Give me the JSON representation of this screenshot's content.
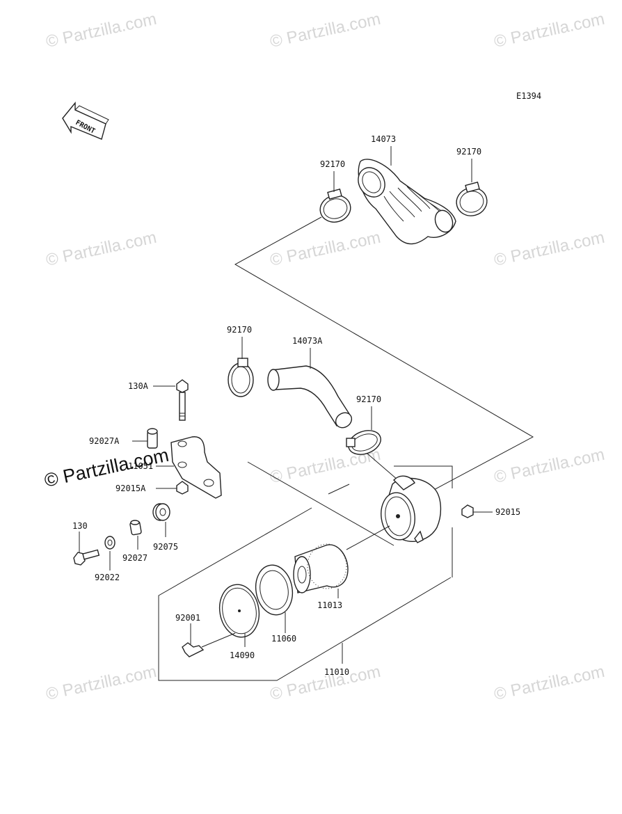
{
  "diagram": {
    "code": "E1394",
    "front_label": "FRONT",
    "watermark": "© Partzilla.com",
    "watermark_main": "© Partzilla.com",
    "labels": {
      "l14073": "14073",
      "l92170_a": "92170",
      "l92170_b": "92170",
      "l92170_c": "92170",
      "l92170_d": "92170",
      "l14073A": "14073A",
      "l130A": "130A",
      "l92027A": "92027A",
      "l11051": "11051",
      "l92015A": "92015A",
      "l92015": "92015",
      "l130": "130",
      "l92022": "92022",
      "l92027": "92027",
      "l92075": "92075",
      "l11013": "11013",
      "l92001": "92001",
      "l11060": "11060",
      "l14090": "14090",
      "l11010": "11010"
    }
  }
}
